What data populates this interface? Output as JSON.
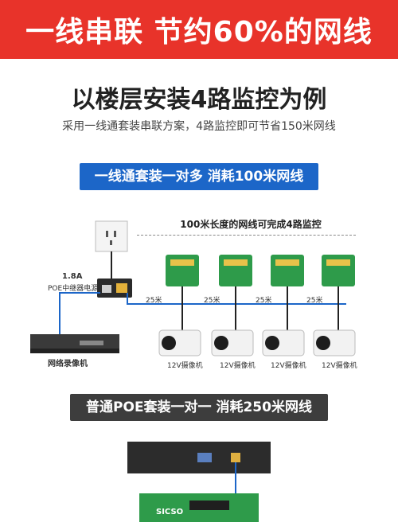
{
  "header": {
    "banner": "一线串联 节约60%的网线"
  },
  "main": {
    "title": "以楼层安装4路监控为例",
    "subtitle": "采用一线通套装串联方案，4路监控即可节省150米网线"
  },
  "scheme_a": {
    "banner": "一线通套装一对多 消耗100米网线",
    "length_note": "100米长度的网线可完成4路监控",
    "psu_current": "1.8A",
    "psu_label": "POE中继器电源",
    "nvr_label": "网络录像机",
    "segment_labels": [
      "25米",
      "25米",
      "25米",
      "25米"
    ],
    "camera_labels": [
      "12V摄像机",
      "12V摄像机",
      "12V摄像机",
      "12V摄像机"
    ]
  },
  "scheme_b": {
    "banner": "普通POE套装一对一 消耗250米网线",
    "switch_brand": "SICSO"
  },
  "colors": {
    "red": "#e8332a",
    "blue": "#1c66c8",
    "dark": "#3d3d3d",
    "green": "#2e9b4a"
  }
}
